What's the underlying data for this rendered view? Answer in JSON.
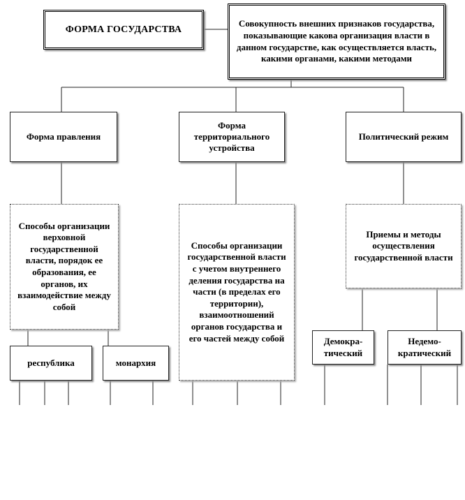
{
  "diagram": {
    "title": "ФОРМА ГОСУДАРСТВА",
    "definition": "Совокупность внешних признаков государства, показывающие какова организация власти в данном государстве, как осуществляется власть, какими органами, какими методами",
    "branches": [
      {
        "name": "Форма правления",
        "description": "Способы организации верховной государственной власти, порядок ее образования, ее органов, их взаимодействие между собой",
        "types": [
          "республика",
          "монархия"
        ]
      },
      {
        "name": "Форма территориального устройства",
        "description": "Способы организации государственной власти с учетом внутреннего деления государства на части (в пределах его территории), взаимоотношений органов государства и его частей между собой",
        "types": []
      },
      {
        "name": "Политический режим",
        "description": "Приемы и методы осуществления государственной власти",
        "types": [
          "Демокра-тический",
          "Недемо-кратический"
        ]
      }
    ]
  }
}
